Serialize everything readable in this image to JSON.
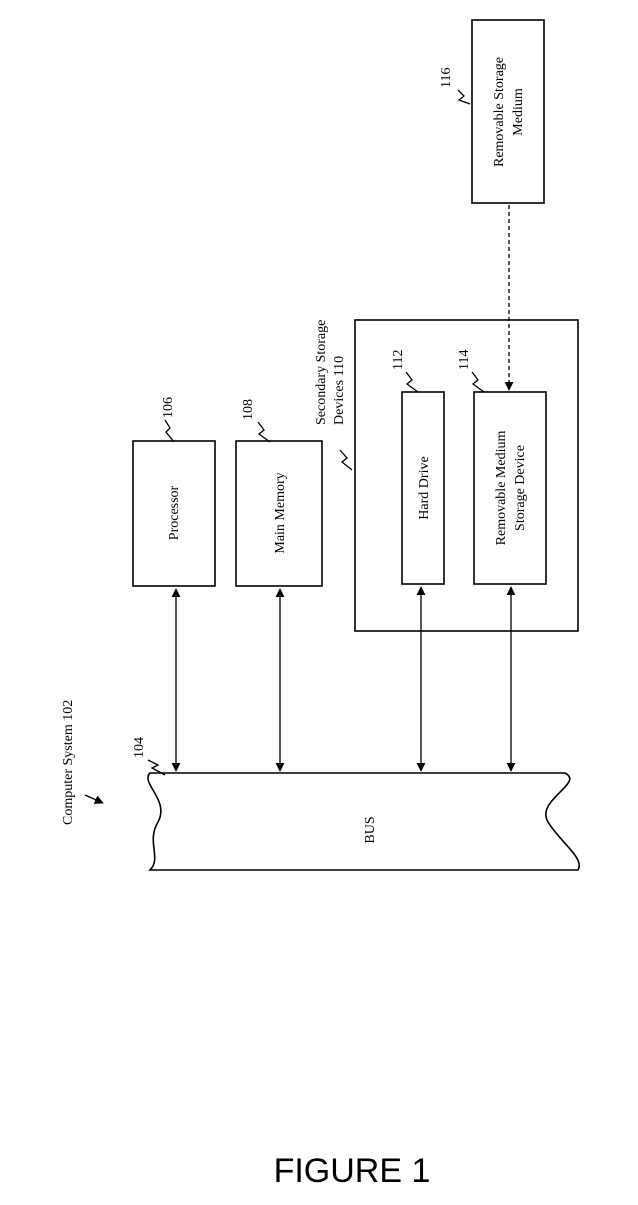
{
  "diagram": {
    "system_label": "Computer System 102",
    "bus": {
      "ref": "104",
      "label": "BUS"
    },
    "processor": {
      "ref": "106",
      "label": "Processor"
    },
    "main_memory": {
      "ref": "108",
      "label": "Main Memory"
    },
    "secondary_storage": {
      "line1": "Secondary Storage",
      "line2": "Devices 110"
    },
    "hard_drive": {
      "ref": "112",
      "label": "Hard Drive"
    },
    "removable_device": {
      "ref": "114",
      "line1": "Removable Medium",
      "line2": "Storage Device"
    },
    "removable_medium": {
      "ref": "116",
      "line1": "Removable Storage",
      "line2": "Medium"
    },
    "figure_caption": "FIGURE 1"
  }
}
